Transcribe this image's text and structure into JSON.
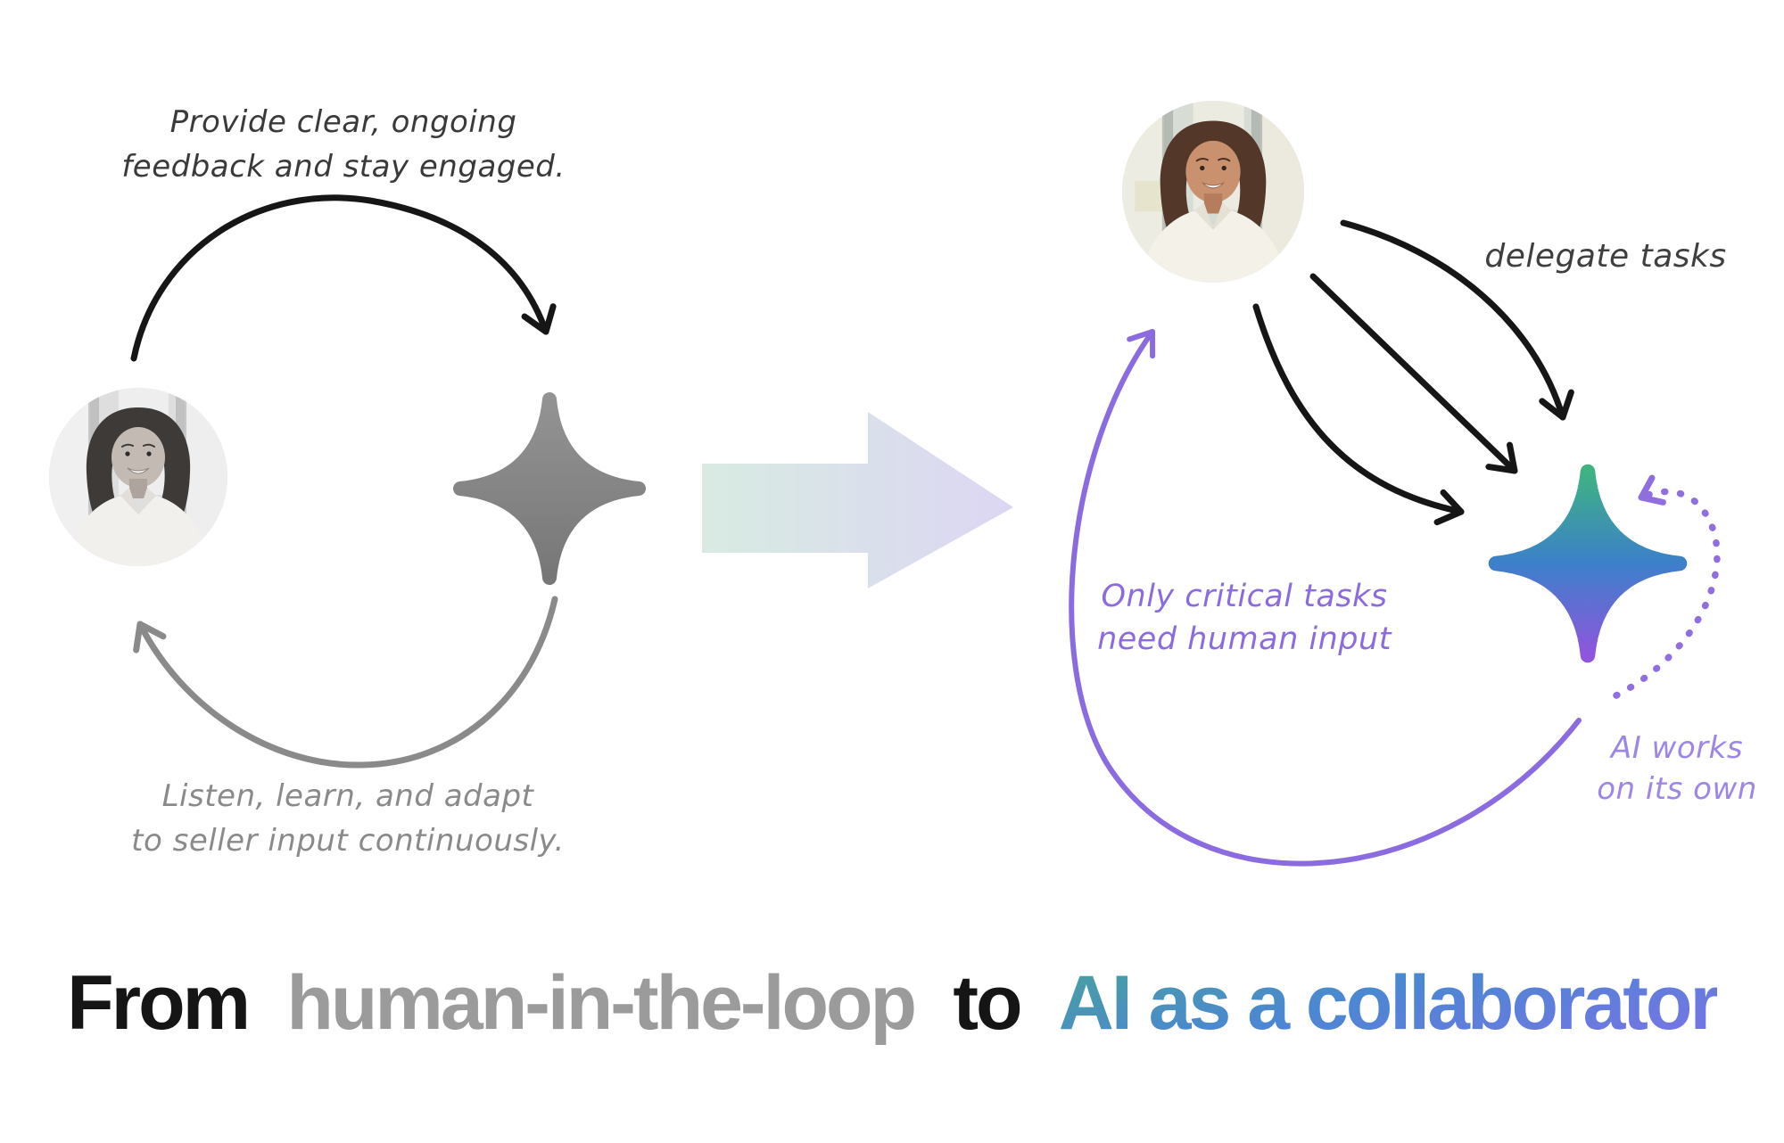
{
  "figure": {
    "left_loop": {
      "caption_top": {
        "line1": "Provide clear, ongoing",
        "line2": "feedback and stay engaged."
      },
      "caption_bottom": {
        "line1": "Listen, learn, and adapt",
        "line2": "to seller input continuously."
      }
    },
    "right_loop": {
      "delegate_label": "delegate tasks",
      "critical_label": {
        "line1": "Only critical tasks",
        "line2": "need human input"
      },
      "autonomy_label": {
        "line1": "AI works",
        "line2": "on its own"
      }
    },
    "headline": {
      "part_from": "From",
      "part_human": "human-in-the-loop",
      "part_to": "to",
      "part_ai": "AI as a collaborator"
    },
    "icons": {
      "avatar_left": "woman-portrait-grayscale",
      "avatar_right": "woman-portrait-color",
      "sparkle_left": "four-point-star-gray",
      "sparkle_right": "four-point-star-gradient",
      "transition": "right-block-arrow"
    },
    "colors": {
      "ink_dark": "#3a3a3a",
      "ink_gray": "#8a8a8a",
      "arrow_black": "#161616",
      "arrow_gray": "#8a8a8a",
      "purple": "#8b6ce0",
      "purple_light": "#9d86e8",
      "sparkle_gray_top": "#939393",
      "sparkle_gray_bottom": "#777777",
      "sparkle_green": "#3eb382",
      "sparkle_blue": "#3c80ca",
      "sparkle_purple": "#8f56dd",
      "block_arrow_from": "#d8ebe2",
      "block_arrow_to": "#dcd6f3",
      "headline_black": "#151515",
      "headline_gray": "#9b9b9b",
      "headline_grad_from": "#47a29b",
      "headline_grad_mid": "#4b87d3",
      "headline_grad_to": "#7b72e6"
    }
  }
}
